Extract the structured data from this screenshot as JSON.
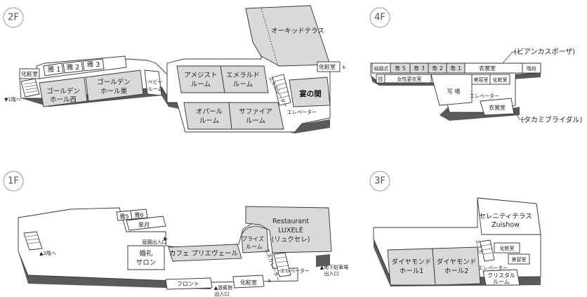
{
  "floors": [
    {
      "id": "2F",
      "label": "2F",
      "rooms": {
        "orchid_terrace": "オーキッドテラス",
        "restroom": "化粧室",
        "banquet_hall": "宴の間",
        "elevator": "エレベーター",
        "escalator": "エスカレーター",
        "amethyst_1": "アメジスト",
        "amethyst_2": "ルーム",
        "emerald_1": "エメラルド",
        "emerald_2": "ルーム",
        "opal_1": "オパール",
        "opal_2": "ルーム",
        "sapphire_1": "サファイア",
        "sapphire_2": "ルーム",
        "baby_1": "ベビー",
        "baby_2": "ルーム",
        "golden_east_1": "ゴールデン",
        "golden_east_2": "ホール東",
        "golden_west_1": "ゴールデン",
        "golden_west_2": "ホール西",
        "miyabi1": "雅 1",
        "miyabi2": "雅 2",
        "miyabi3": "雅 3",
        "restroom_west": "化粧室",
        "to_1f": "▼1階へ"
      }
    },
    {
      "id": "4F",
      "label": "4F",
      "rooms": {
        "costume": "衣裳室",
        "stairs": "階段",
        "photo_studio": "写 場",
        "beauty": "美容室",
        "restroom": "化粧室",
        "elevator": "エレベーター",
        "costume2": "衣裳室",
        "kotobuki5": "寿 5",
        "kotobuki3": "寿 3",
        "kotobuki2": "寿 2",
        "kotobuki1": "寿 1",
        "dressing_room": "女性更衣室",
        "shrine": "結婚式",
        "waiting": "控"
      },
      "callouts": {
        "bianca": "(ビアンカスポーザ)",
        "takami": "(タカミブライダル)"
      }
    },
    {
      "id": "1F",
      "label": "1F",
      "rooms": {
        "restaurant_1": "Restaurant",
        "restaurant_2": "LUXELÉ",
        "restaurant_3": "(リュクセレ)",
        "prize_1": "プライズ",
        "prize_2": "ルーム",
        "cafe": "カフェ プリエヴェール",
        "wedding_1": "婚礼",
        "wedding_2": "サロン",
        "garden_exit": "庭園出入口",
        "front": "フロント",
        "restroom": "化粧室",
        "elevator": "エレベーター",
        "escalator": "エスカレーター",
        "parking_1": "▲地下駐車場",
        "parking_2": "出入口",
        "yugaden_1": "▲游賓館",
        "yugaden_2": "出入口",
        "miyabi5": "雅5",
        "miyabi6": "雅6",
        "satsuki": "皐月",
        "to_2f": "▲2階へ"
      }
    },
    {
      "id": "3F",
      "label": "3F",
      "rooms": {
        "terrace_1": "セレニティテラス",
        "terrace_2": "Zuishow",
        "diamond1_1": "ダイヤモンド",
        "diamond1_2": "ホール1",
        "diamond2_1": "ダイヤモンド",
        "diamond2_2": "ホール2",
        "restroom": "化粧室",
        "beauty": "美容室",
        "elevator": "エレベーター",
        "crystal_1": "クリスタル",
        "crystal_2": "ルーム",
        "escalator": "エスカ"
      }
    }
  ]
}
